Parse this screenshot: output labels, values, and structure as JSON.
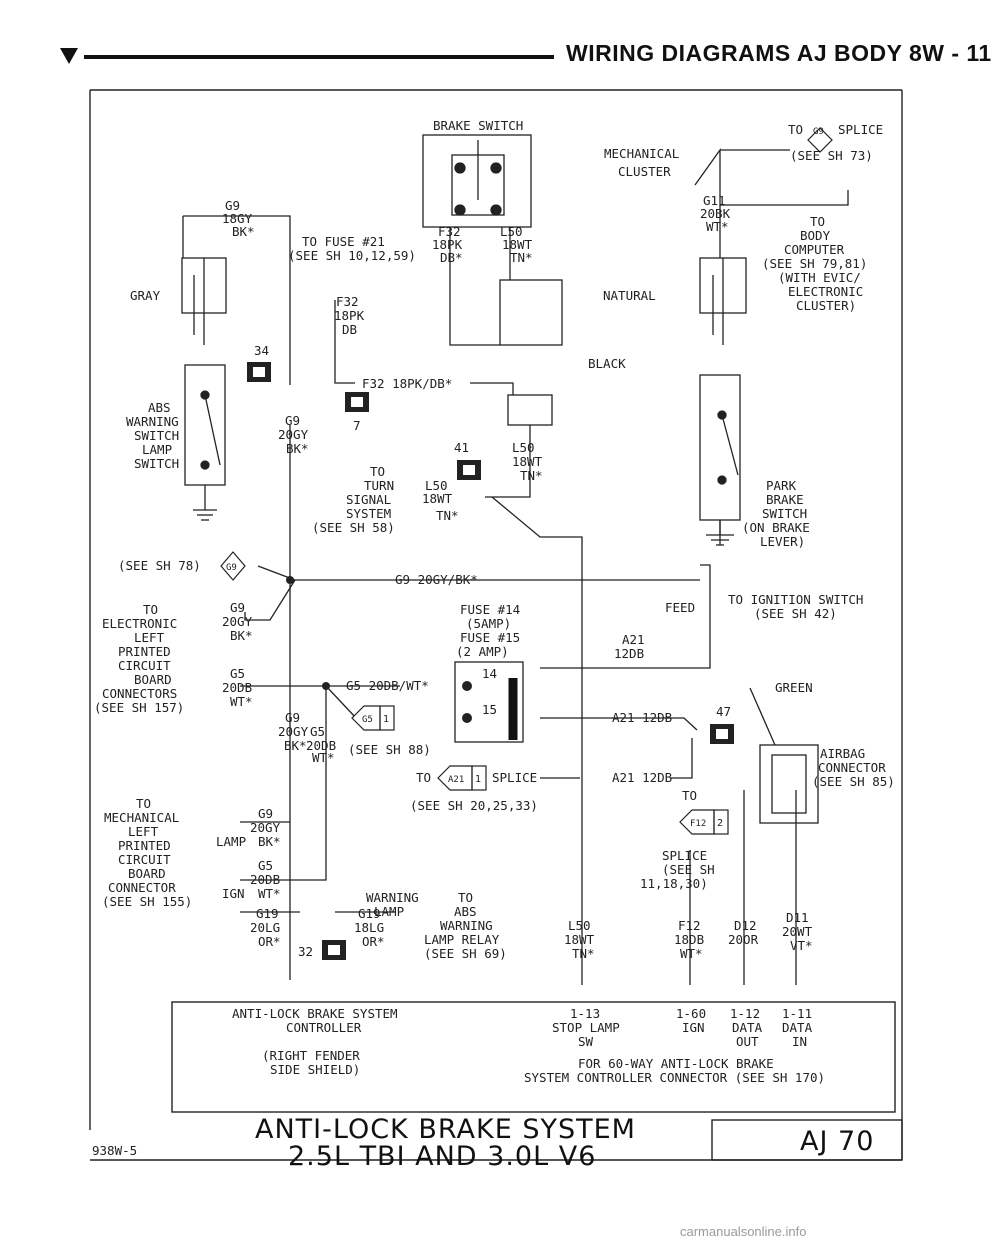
{
  "header": {
    "title": "WIRING DIAGRAMS AJ BODY   8W - 11"
  },
  "components": {
    "brake_switch": "BRAKE SWITCH",
    "mechanical_cluster": [
      "MECHANICAL",
      "CLUSTER"
    ],
    "to_g9_splice": "TO",
    "g9_splice_tag": "G9",
    "splice_word": "SPLICE",
    "see_sh_73": "(SEE SH 73)",
    "g9_top": [
      "G9",
      "18GY",
      "BK*"
    ],
    "to_fuse21": [
      "TO FUSE #21",
      "(SEE SH 10,12,59)"
    ],
    "f32_top": [
      "F32",
      "18PK",
      "DB*"
    ],
    "l50_top": [
      "L50",
      "18WT",
      "TN*"
    ],
    "g11": [
      "G11",
      "20BK",
      "WT*"
    ],
    "to_body_computer": [
      "TO",
      "BODY",
      "COMPUTER",
      "(SEE SH 79,81)",
      "(WITH EVIC/",
      "ELECTRONIC",
      "CLUSTER)"
    ],
    "gray": "GRAY",
    "natural": "NATURAL",
    "f32_mid": [
      "F32",
      "18PK",
      "DB"
    ],
    "black": "BLACK",
    "f32_wire": "F32 18PK/DB*",
    "splice_34": "34",
    "splice_7": "7",
    "splice_41": "41",
    "abs_warning_switch": [
      "ABS",
      "WARNING",
      "SWITCH",
      "LAMP",
      "SWITCH"
    ],
    "g9_mid": [
      "G9",
      "20GY",
      "BK*"
    ],
    "l50_mid": [
      "L50",
      "18WT",
      "TN*"
    ],
    "turn_signal": [
      "TO",
      "TURN",
      "SIGNAL",
      "SYSTEM",
      "(SEE SH 58)"
    ],
    "l50_turn": [
      "L50",
      "18WT",
      "TN*"
    ],
    "park_brake_switch": [
      "PARK",
      "BRAKE",
      "SWITCH",
      "(ON BRAKE",
      "LEVER)"
    ],
    "see_sh_78": "(SEE SH 78)",
    "g9_tag": "G9",
    "g9_wire": "G9 20GY/BK*",
    "to_ignition_switch": [
      "TO IGNITION SWITCH",
      "(SEE SH 42)"
    ],
    "feed": "FEED",
    "electronic_left_pcb": [
      "TO",
      "ELECTRONIC",
      "LEFT",
      "PRINTED",
      "CIRCUIT",
      "BOARD",
      "CONNECTORS",
      "(SEE SH 157)"
    ],
    "g9_conn": [
      "G9",
      "20GY",
      "BK*"
    ],
    "g5_conn": [
      "G5",
      "20DB",
      "WT*"
    ],
    "fuses": [
      "FUSE #14",
      "(5AMP)",
      "FUSE #15",
      "(2 AMP)"
    ],
    "fuse_14": "14",
    "fuse_15": "15",
    "a21_top": [
      "A21",
      "12DB"
    ],
    "g5_wire": "G5 20DB/WT*",
    "g5_tag": "G5",
    "g5_tag_num": "1",
    "green": "GREEN",
    "a21_wire": "A21 12DB",
    "splice_47": "47",
    "g9_g5_drop": [
      "G9",
      "20GY",
      "BK*",
      "G5",
      "20DB",
      "WT*"
    ],
    "see_sh_88": "(SEE SH 88)",
    "airbag_connector": [
      "AIRBAG",
      "CONNECTOR",
      "(SEE SH 85)"
    ],
    "to_a21_splice": "TO",
    "a21_tag": "A21",
    "a21_tag_num": "1",
    "a21_splice_word": "SPLICE",
    "a21_wire2": "A21 12DB",
    "to_word": "TO",
    "see_sh_20_25_33": "(SEE SH 20,25,33)",
    "f12_tag": "F12",
    "f12_tag_num": "2",
    "splice_see_sh": [
      "SPLICE",
      "(SEE SH",
      "11,18,30)"
    ],
    "mech_left_pcb": [
      "TO",
      "MECHANICAL",
      "LEFT",
      "PRINTED",
      "CIRCUIT",
      "BOARD",
      "CONNECTOR",
      "(SEE SH 155)"
    ],
    "lamp": "LAMP",
    "ign": "IGN",
    "g9_mech": [
      "G9",
      "20GY",
      "BK*"
    ],
    "g5_mech": [
      "G5",
      "20DB",
      "WT*"
    ],
    "g19_mech": [
      "G19",
      "20LG",
      "OR*"
    ],
    "g19_wire": [
      "G19",
      "18LG",
      "OR*"
    ],
    "warning_lamp": [
      "WARNING",
      "LAMP"
    ],
    "to_abs_relay": [
      "TO",
      "ABS",
      "WARNING",
      "LAMP RELAY",
      "(SEE SH 69)"
    ],
    "splice_32": "32",
    "l50_bottom": [
      "L50",
      "18WT",
      "TN*"
    ],
    "f12_bottom": [
      "F12",
      "18DB",
      "WT*"
    ],
    "d12_bottom": [
      "D12",
      "20OR"
    ],
    "d11_bottom": [
      "D11",
      "20WT",
      "VT*"
    ],
    "controller": [
      "ANTI-LOCK BRAKE SYSTEM",
      "CONTROLLER",
      "(RIGHT FENDER",
      "SIDE SHIELD)"
    ],
    "pin_1_13": [
      "1-13",
      "STOP LAMP",
      "SW"
    ],
    "pin_1_60": [
      "1-60",
      "IGN"
    ],
    "pin_1_12": [
      "1-12",
      "DATA",
      "OUT"
    ],
    "pin_1_11": [
      "1-11",
      "DATA",
      "IN"
    ],
    "for_60_way": [
      "FOR 60-WAY ANTI-LOCK BRAKE",
      "SYSTEM CONTROLLER CONNECTOR (SEE SH 170)"
    ]
  },
  "footer": {
    "title_line1": "ANTI-LOCK BRAKE SYSTEM",
    "title_line2": "2.5L TBI AND 3.0L V6",
    "doc_code": "938W-5",
    "page_code": "AJ 70"
  },
  "watermark": "carmanualsonline.info"
}
